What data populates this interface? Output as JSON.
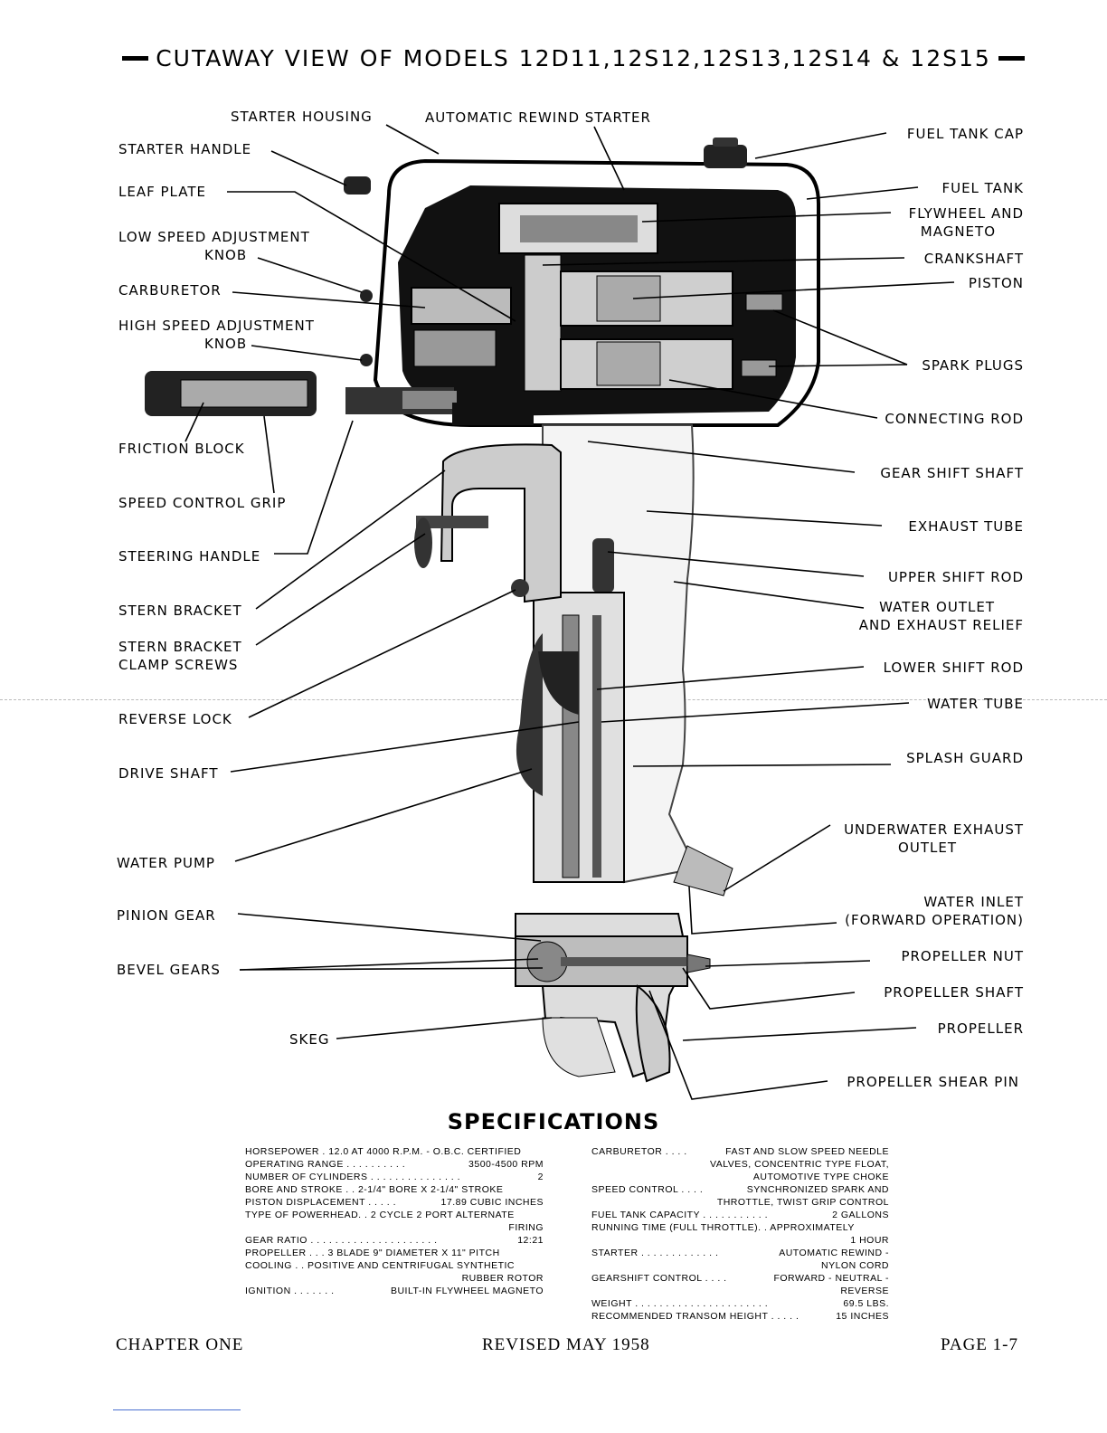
{
  "title": "CUTAWAY VIEW OF MODELS 12D11,12S12,12S13,12S14 & 12S15",
  "labels": {
    "starter_housing": "STARTER HOUSING",
    "automatic_rewind_starter": "AUTOMATIC REWIND STARTER",
    "fuel_tank_cap": "FUEL TANK CAP",
    "starter_handle": "STARTER HANDLE",
    "fuel_tank": "FUEL TANK",
    "leaf_plate": "LEAF PLATE",
    "flywheel_magneto_1": "FLYWHEEL AND",
    "flywheel_magneto_2": "MAGNETO",
    "low_speed_knob_1": "LOW SPEED ADJUSTMENT",
    "low_speed_knob_2": "KNOB",
    "crankshaft": "CRANKSHAFT",
    "piston": "PISTON",
    "carburetor": "CARBURETOR",
    "high_speed_knob_1": "HIGH SPEED ADJUSTMENT",
    "high_speed_knob_2": "KNOB",
    "spark_plugs": "SPARK PLUGS",
    "connecting_rod": "CONNECTING ROD",
    "friction_block": "FRICTION BLOCK",
    "gear_shift_shaft": "GEAR SHIFT SHAFT",
    "speed_control_grip": "SPEED CONTROL GRIP",
    "exhaust_tube": "EXHAUST TUBE",
    "steering_handle": "STEERING HANDLE",
    "upper_shift_rod": "UPPER SHIFT ROD",
    "stern_bracket": "STERN BRACKET",
    "water_outlet_1": "WATER OUTLET",
    "water_outlet_2": "AND EXHAUST RELIEF",
    "clamp_screws_1": "STERN BRACKET",
    "clamp_screws_2": "CLAMP SCREWS",
    "lower_shift_rod": "LOWER SHIFT ROD",
    "water_tube": "WATER TUBE",
    "reverse_lock": "REVERSE LOCK",
    "splash_guard": "SPLASH GUARD",
    "drive_shaft": "DRIVE SHAFT",
    "underwater_exhaust_1": "UNDERWATER EXHAUST",
    "underwater_exhaust_2": "OUTLET",
    "water_pump": "WATER PUMP",
    "water_inlet_1": "WATER INLET",
    "water_inlet_2": "(FORWARD OPERATION)",
    "pinion_gear": "PINION GEAR",
    "propeller_nut": "PROPELLER NUT",
    "bevel_gears": "BEVEL GEARS",
    "propeller_shaft": "PROPELLER SHAFT",
    "skeg": "SKEG",
    "propeller": "PROPELLER",
    "propeller_shear_pin": "PROPELLER SHEAR PIN"
  },
  "specifications": {
    "heading": "SPECIFICATIONS",
    "left": [
      {
        "k": "HORSEPOWER . 12.0 AT 4000 R.P.M. - O.B.C. CERTIFIED",
        "v": ""
      },
      {
        "k": "OPERATING RANGE . . . . . . . . . .",
        "v": "3500-4500 RPM"
      },
      {
        "k": "NUMBER OF CYLINDERS . . . . . . . . . . . . . . .",
        "v": "2"
      },
      {
        "k": "BORE AND STROKE . . 2-1/4\" BORE X 2-1/4\" STROKE",
        "v": ""
      },
      {
        "k": "PISTON DISPLACEMENT . . . . .",
        "v": "17.89 CUBIC INCHES"
      },
      {
        "k": "TYPE OF POWERHEAD. . 2 CYCLE 2 PORT ALTERNATE",
        "v": ""
      },
      {
        "k": "",
        "v": "FIRING"
      },
      {
        "k": "GEAR RATIO . . . . . . . . . . . . . . . . . . . . .",
        "v": "12:21"
      },
      {
        "k": "PROPELLER . . . 3 BLADE 9\" DIAMETER X 11\" PITCH",
        "v": ""
      },
      {
        "k": "COOLING . . POSITIVE AND CENTRIFUGAL SYNTHETIC",
        "v": ""
      },
      {
        "k": "",
        "v": "RUBBER ROTOR"
      },
      {
        "k": "IGNITION . . . . . . .",
        "v": "BUILT-IN FLYWHEEL MAGNETO"
      }
    ],
    "right": [
      {
        "k": "CARBURETOR . . . .",
        "v": "FAST AND SLOW SPEED NEEDLE"
      },
      {
        "k": "",
        "v": "VALVES, CONCENTRIC TYPE FLOAT,"
      },
      {
        "k": "",
        "v": "AUTOMOTIVE TYPE CHOKE"
      },
      {
        "k": "SPEED CONTROL . . . .",
        "v": "SYNCHRONIZED SPARK AND"
      },
      {
        "k": "",
        "v": "THROTTLE, TWIST GRIP CONTROL"
      },
      {
        "k": "FUEL TANK CAPACITY . . . . . . . . . . .",
        "v": "2 GALLONS"
      },
      {
        "k": "RUNNING TIME (FULL THROTTLE). . APPROXIMATELY",
        "v": ""
      },
      {
        "k": "",
        "v": "1 HOUR"
      },
      {
        "k": "STARTER . . . . . . . . . . . . .",
        "v": "AUTOMATIC REWIND -"
      },
      {
        "k": "",
        "v": "NYLON CORD"
      },
      {
        "k": "GEARSHIFT CONTROL . . . .",
        "v": "FORWARD - NEUTRAL -"
      },
      {
        "k": "",
        "v": "REVERSE"
      },
      {
        "k": "WEIGHT . . . . . . . . . . . . . . . . . . . . . .",
        "v": "69.5 LBS."
      },
      {
        "k": "RECOMMENDED TRANSOM HEIGHT . . . . .",
        "v": "15 INCHES"
      }
    ]
  },
  "footer": {
    "left": "CHAPTER ONE",
    "center": "REVISED MAY 1958",
    "right": "PAGE 1-7"
  }
}
